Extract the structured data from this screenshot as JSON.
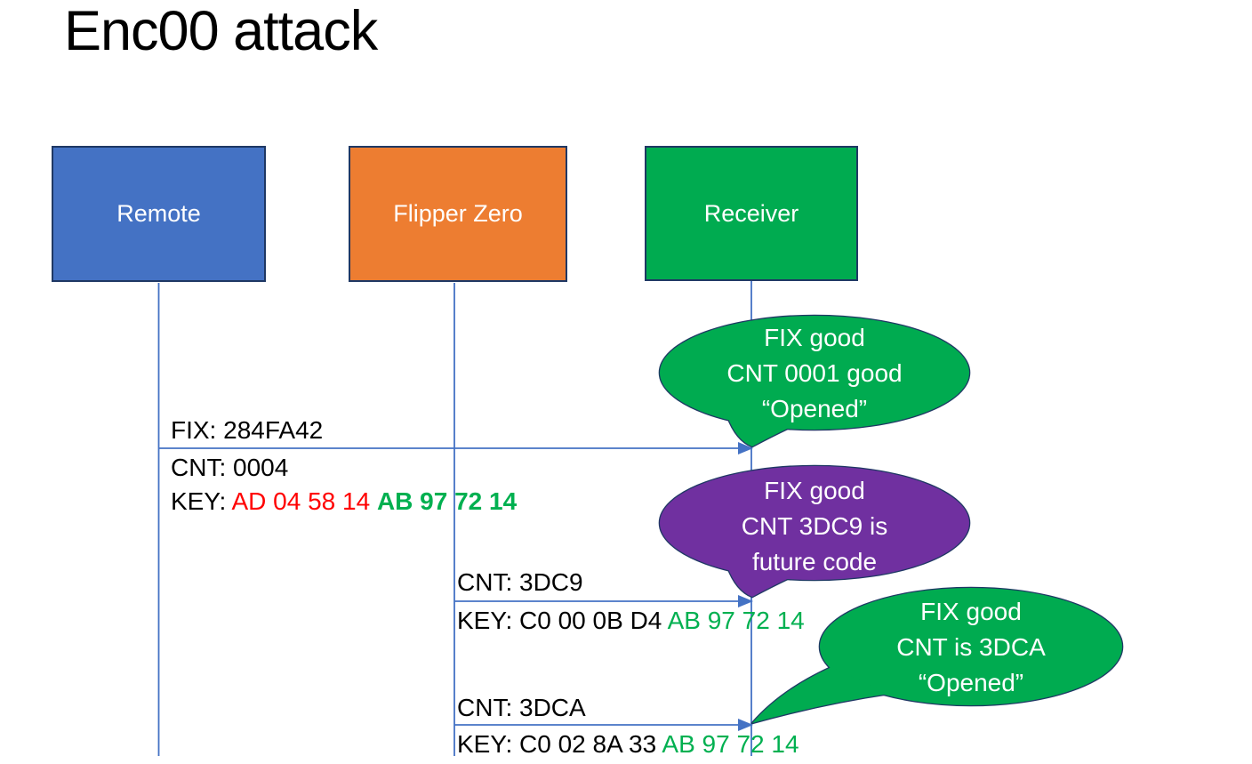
{
  "title": "Enc00 attack",
  "colors": {
    "remote_fill": "#4472C4",
    "flipper_fill": "#ED7D31",
    "receiver_fill": "#00AB50",
    "bubble_green": "#00AB50",
    "bubble_purple": "#7030A0",
    "outline_navy": "#1F3864",
    "line_blue": "#4472C4",
    "key_red": "#FF0000",
    "key_green": "#00B050",
    "text_black": "#000000",
    "text_white": "#FFFFFF"
  },
  "actors": [
    {
      "label": "Remote"
    },
    {
      "label": "Flipper Zero"
    },
    {
      "label": "Receiver"
    }
  ],
  "messages": [
    {
      "fix": "FIX: 284FA42",
      "cnt": "CNT: 0004",
      "key_prefix": "KEY: ",
      "key_red": "AD 04 58 14 ",
      "key_green": "AB 97 72 14"
    },
    {
      "cnt": "CNT: 3DC9",
      "key_prefix": "KEY: C0 00 0B D4 ",
      "key_green": "AB 97 72 14"
    },
    {
      "cnt": "CNT: 3DCA",
      "key_prefix": "KEY: C0 02 8A 33 ",
      "key_green": "AB 97 72 14"
    }
  ],
  "bubbles": [
    {
      "lines": [
        "FIX good",
        "CNT 0001 good",
        "“Opened”"
      ]
    },
    {
      "lines": [
        "FIX good",
        "CNT 3DC9 is",
        "future code"
      ]
    },
    {
      "lines": [
        "FIX good",
        "CNT is 3DCA",
        "“Opened”"
      ]
    }
  ]
}
